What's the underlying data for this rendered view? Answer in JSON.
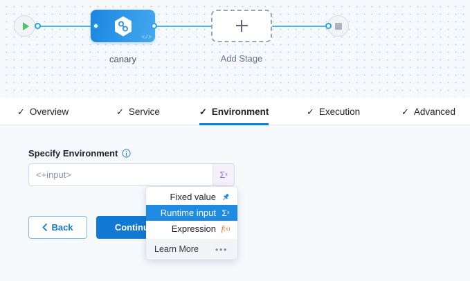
{
  "canvas": {
    "start_node": {
      "name": "start-node",
      "icon": "play-icon"
    },
    "stage_node": {
      "label": "canary",
      "icon": "harness-hexagon-icon",
      "badge": "</>"
    },
    "add_stage_node": {
      "label": "Add Stage",
      "icon": "plus-icon"
    },
    "end_node": {
      "name": "end-node",
      "icon": "stop-square-icon"
    }
  },
  "tabs": [
    {
      "label": "Overview",
      "check": "✓",
      "active": false
    },
    {
      "label": "Service",
      "check": "✓",
      "active": false
    },
    {
      "label": "Environment",
      "check": "✓",
      "active": true
    },
    {
      "label": "Execution",
      "check": "✓",
      "active": false
    },
    {
      "label": "Advanced",
      "check": "✓",
      "active": false
    }
  ],
  "form": {
    "field_label": "Specify Environment",
    "info_icon": "info-icon",
    "input_value": "<+input>",
    "input_placeholder": "<+input>",
    "sigma_symbol": "Σ",
    "sigma_sup": "x",
    "back_label": "Back",
    "back_icon": "chevron-left-icon",
    "continue_label": "Continue"
  },
  "menu": {
    "items": [
      {
        "label": "Fixed value",
        "icon": "pin-icon",
        "selected": false
      },
      {
        "label": "Runtime input",
        "icon": "sigma-icon",
        "selected": true
      },
      {
        "label": "Expression",
        "icon": "fx-icon",
        "selected": false
      }
    ],
    "footer": {
      "label": "Learn More",
      "icon": "ellipsis-icon",
      "dots": "•••"
    }
  },
  "colors": {
    "accent_blue": "#1279d4",
    "wire_blue": "#4ab8e8",
    "selected_blue": "#1e8ae0",
    "sigma_purple": "#8d6ecc",
    "expression_orange": "#ec6726",
    "play_green": "#4dc36b"
  }
}
